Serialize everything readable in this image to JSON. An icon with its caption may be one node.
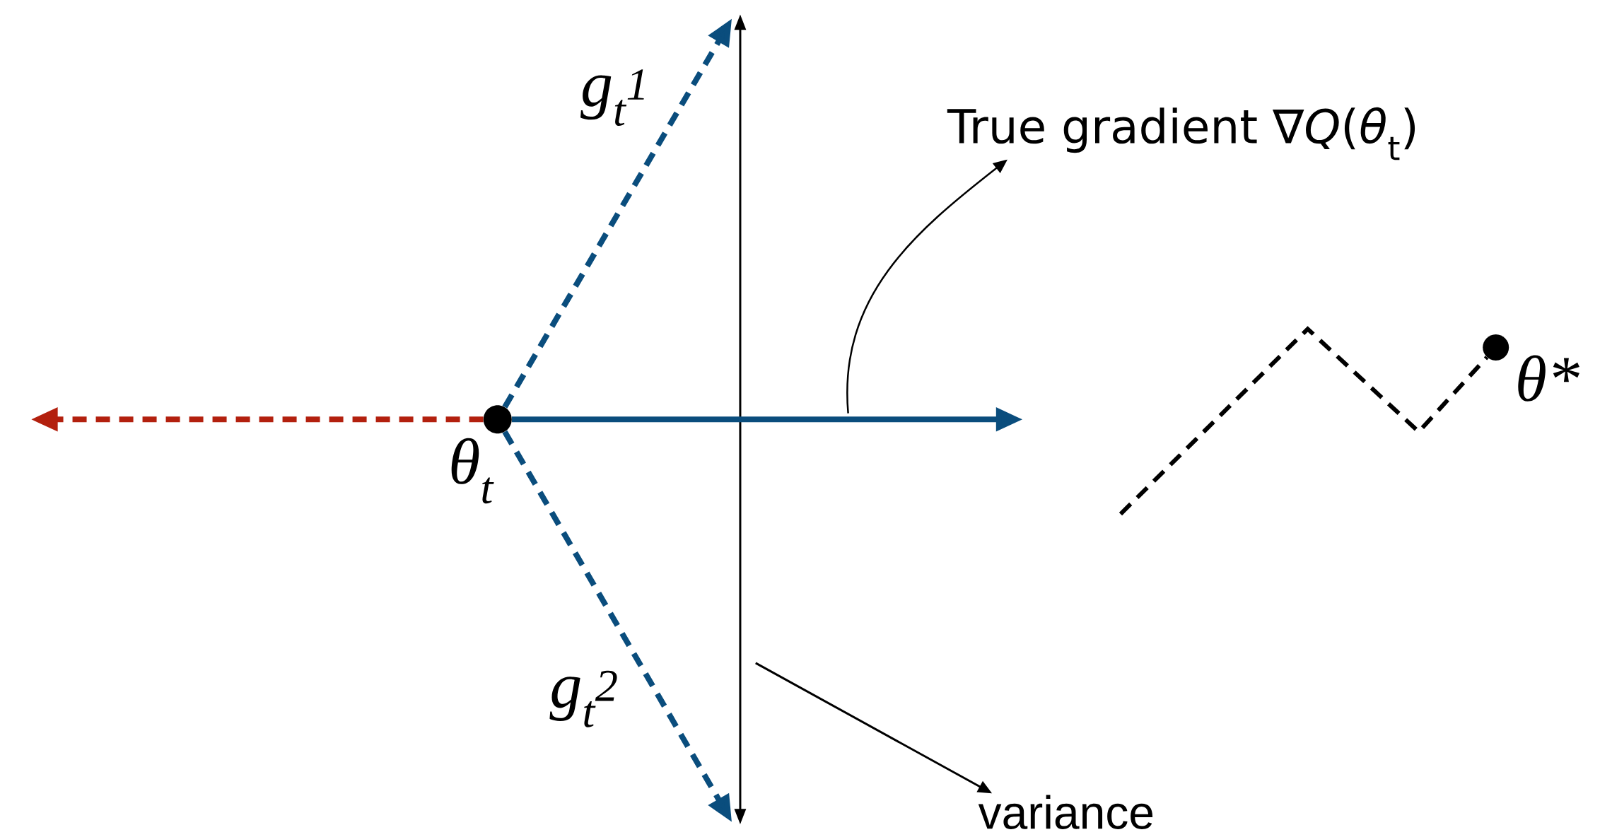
{
  "diagram": {
    "nodes": [
      {
        "text": [
          "θ$_{t}$"
        ]
      },
      {
        "text": [
          "True gradient ∇*Q*(*θ*$_{t}$)"
        ]
      },
      {
        "text": [
          "variance"
        ]
      },
      {
        "text": [
          "θ*"
        ]
      }
    ],
    "edges": [
      {
        "from": 0,
        "to": null,
        "arrow": "to",
        "style": "dashed",
        "color": "#b3200e"
      },
      {
        "from": 0,
        "to": null,
        "arrow": "to"
      },
      {
        "from": 0,
        "to": null,
        "arrow": "to",
        "style": "dashed",
        "label": "g$_{t}$$^{1}$"
      },
      {
        "from": 0,
        "to": null,
        "arrow": "to",
        "style": "dashed",
        "label": "g$_{t}$$^{2}$"
      },
      {
        "from": null,
        "to": 1,
        "arrow": "to",
        "color": "#000000"
      },
      {
        "from": null,
        "to": 2,
        "arrow": "to",
        "color": "#000000"
      },
      {
        "from": null,
        "to": 3,
        "arrow": "none",
        "style": "dashed",
        "color": "#000000"
      }
    ]
  }
}
